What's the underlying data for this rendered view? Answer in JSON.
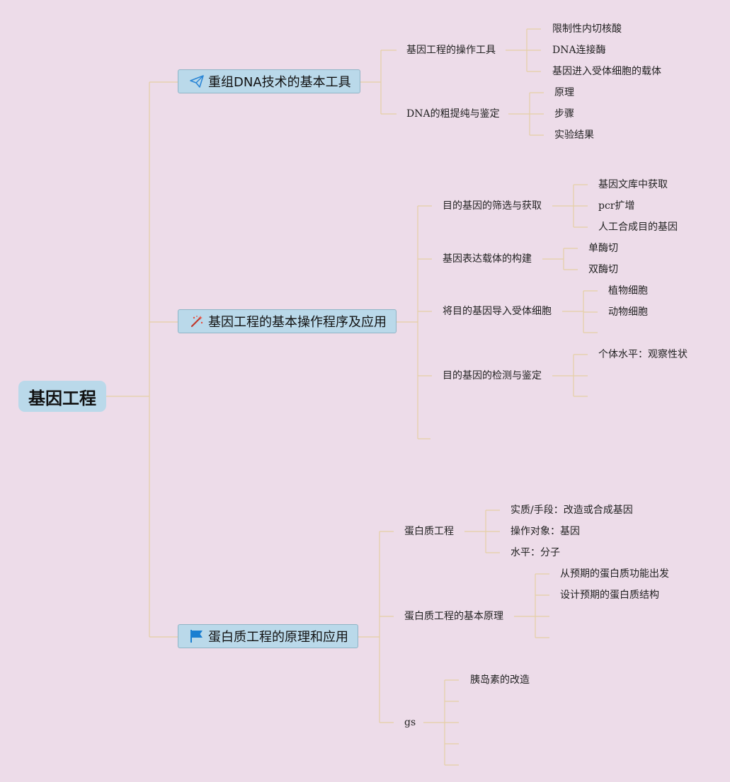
{
  "root": {
    "label": "基因工程"
  },
  "topic1": {
    "label": "重组DNA技术的基本工具",
    "icon": "paper-plane-icon",
    "children": [
      {
        "label": "基因工程的操作工具",
        "children": [
          "限制性内切核酸",
          "DNA连接酶",
          "基因进入受体细胞的载体"
        ]
      },
      {
        "label": "DNA的粗提纯与鉴定",
        "children": [
          "原理",
          "步骤",
          "实验结果"
        ]
      }
    ]
  },
  "topic2": {
    "label": "基因工程的基本操作程序及应用",
    "icon": "magic-wand-icon",
    "children": [
      {
        "label": "目的基因的筛选与获取",
        "children": [
          "基因文库中获取",
          "pcr扩增",
          "人工合成目的基因"
        ]
      },
      {
        "label": "基因表达载体的构建",
        "children": [
          "单酶切",
          "双酶切"
        ]
      },
      {
        "label": "将目的基因导入受体细胞",
        "children": [
          "植物细胞",
          "动物细胞",
          ""
        ]
      },
      {
        "label": "目的基因的检测与鉴定",
        "children": [
          "个体水平：观察性状",
          "",
          ""
        ]
      }
    ]
  },
  "topic3": {
    "label": "蛋白质工程的原理和应用",
    "icon": "flag-icon",
    "children": [
      {
        "label": "蛋白质工程",
        "children": [
          "实质/手段：改造或合成基因",
          "操作对象：基因",
          "水平：分子"
        ]
      },
      {
        "label": "蛋白质工程的基本原理",
        "children": [
          "从预期的蛋白质功能出发",
          "设计预期的蛋白质结构",
          "",
          ""
        ]
      },
      {
        "label": "gs",
        "children": [
          "胰岛素的改造",
          "",
          "",
          "",
          ""
        ]
      }
    ]
  },
  "colors": {
    "background": "#eddce9",
    "topic_fill": "#bad9ea",
    "connector": "#e6cfa5"
  }
}
